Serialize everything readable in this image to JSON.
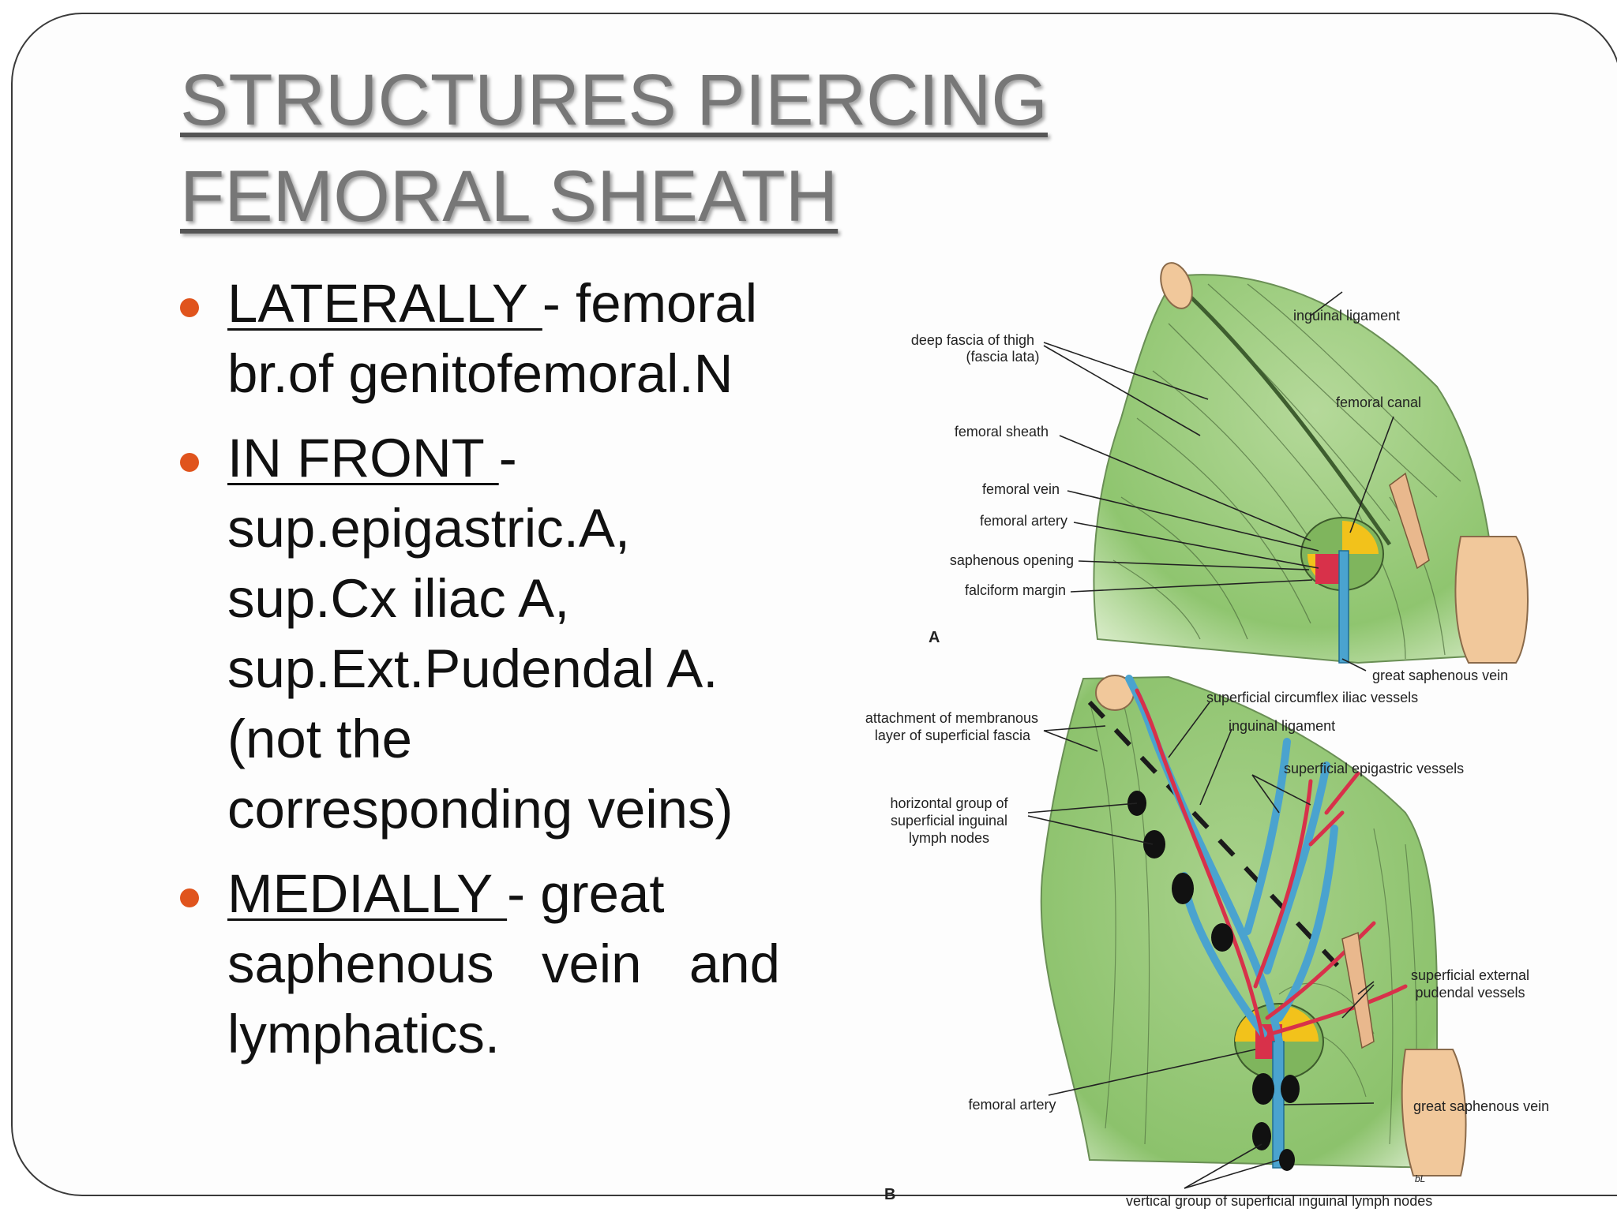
{
  "slide": {
    "title_line1": "STRUCTURES PIERCING",
    "title_line2": "FEMORAL SHEATH"
  },
  "bullets": [
    {
      "keyword": "LATERALLY ",
      "line1_rest": "- femoral",
      "lines": [
        "br.of genitofemoral.N"
      ]
    },
    {
      "keyword": "IN FRONT ",
      "line1_rest": "-",
      "lines": [
        "sup.epigastric.A,",
        "sup.Cx iliac A,",
        "sup.Ext.Pudendal A.",
        "(not the",
        "corresponding veins)"
      ]
    },
    {
      "keyword": "MEDIALLY ",
      "line1_rest": "- great",
      "justified_words": [
        "saphenous",
        "vein",
        "and"
      ],
      "lines": [
        "lymphatics."
      ]
    }
  ],
  "figure_a": {
    "letter": "A",
    "labels": {
      "deep_fascia_1": "deep fascia of thigh",
      "deep_fascia_2": "(fascia lata)",
      "femoral_sheath": "femoral sheath",
      "femoral_vein": "femoral vein",
      "femoral_artery": "femoral artery",
      "saphenous_opening": "saphenous opening",
      "falciform_margin": "falciform margin",
      "inguinal_ligament": "inguinal ligament",
      "femoral_canal": "femoral canal",
      "great_saphenous_vein": "great saphenous vein"
    }
  },
  "figure_b": {
    "letter": "B",
    "labels": {
      "attachment_1": "attachment of membranous",
      "attachment_2": "layer of superficial fascia",
      "horizontal_1": "horizontal group of",
      "horizontal_2": "superficial inguinal",
      "horizontal_3": "lymph nodes",
      "sup_circumflex": "superficial circumflex iliac vessels",
      "inguinal_ligament": "inguinal ligament",
      "sup_epigastric": "superficial epigastric vessels",
      "sup_ext_pudendal_1": "superficial external",
      "sup_ext_pudendal_2": "pudendal vessels",
      "femoral_artery": "femoral artery",
      "great_saphenous_vein": "great saphenous vein",
      "vertical_group": "vertical group of superficial inguinal lymph nodes",
      "signature": "bL"
    }
  },
  "colors": {
    "bullet_dot": "#e0541d",
    "fascia_green": "#9ccb7f",
    "vein_blue": "#4aa3cf",
    "artery_red": "#d8314a",
    "canal_yellow": "#f2c21b",
    "skin_tan": "#f1c89b"
  }
}
